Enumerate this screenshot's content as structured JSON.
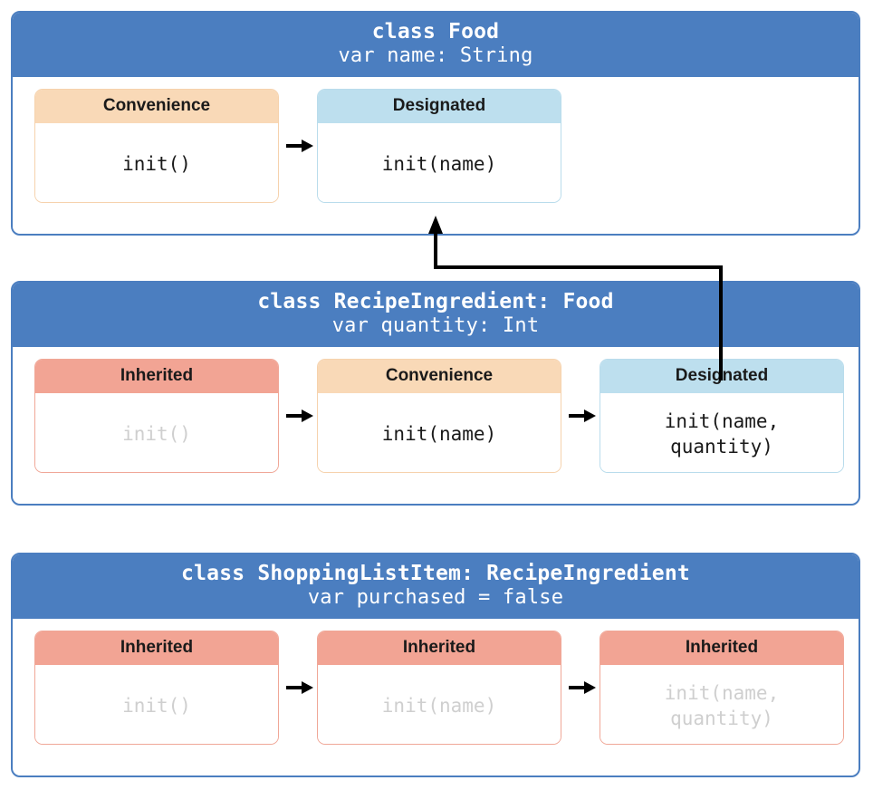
{
  "diagram": {
    "title": "Swift class initializer delegation diagram",
    "colors": {
      "class_header": "#4B7EC0",
      "convenience": "#F9D9B7",
      "designated": "#BDDFEE",
      "inherited": "#F2A494",
      "dim_text": "#CFCFCF",
      "arrow": "#000000",
      "background": "#FFFFFF"
    }
  },
  "classes": [
    {
      "title": "class Food",
      "subtitle": "var name: String",
      "cards": [
        {
          "label": "Convenience",
          "kind": "convenience",
          "signature": "init()",
          "dimmed": false
        },
        {
          "label": "Designated",
          "kind": "designated",
          "signature": "init(name)",
          "dimmed": false
        }
      ],
      "arrows": [
        "delegates-across"
      ]
    },
    {
      "title": "class RecipeIngredient: Food",
      "subtitle": "var quantity: Int",
      "cards": [
        {
          "label": "Inherited",
          "kind": "inherited",
          "signature": "init()",
          "dimmed": true
        },
        {
          "label": "Convenience",
          "kind": "convenience",
          "signature": "init(name)",
          "dimmed": false
        },
        {
          "label": "Designated",
          "kind": "designated",
          "signature": "init(name,\nquantity)",
          "dimmed": false
        }
      ],
      "arrows": [
        "delegates-across",
        "delegates-across"
      ]
    },
    {
      "title": "class ShoppingListItem: RecipeIngredient",
      "subtitle": "var purchased = false",
      "cards": [
        {
          "label": "Inherited",
          "kind": "inherited",
          "signature": "init()",
          "dimmed": true
        },
        {
          "label": "Inherited",
          "kind": "inherited",
          "signature": "init(name)",
          "dimmed": true
        },
        {
          "label": "Inherited",
          "kind": "inherited",
          "signature": "init(name,\nquantity)",
          "dimmed": true
        }
      ],
      "arrows": [
        "delegates-across",
        "delegates-across"
      ]
    }
  ],
  "connector": {
    "label": "delegates-up",
    "from": "RecipeIngredient designated init(name, quantity)",
    "to": "Food designated init(name)"
  }
}
